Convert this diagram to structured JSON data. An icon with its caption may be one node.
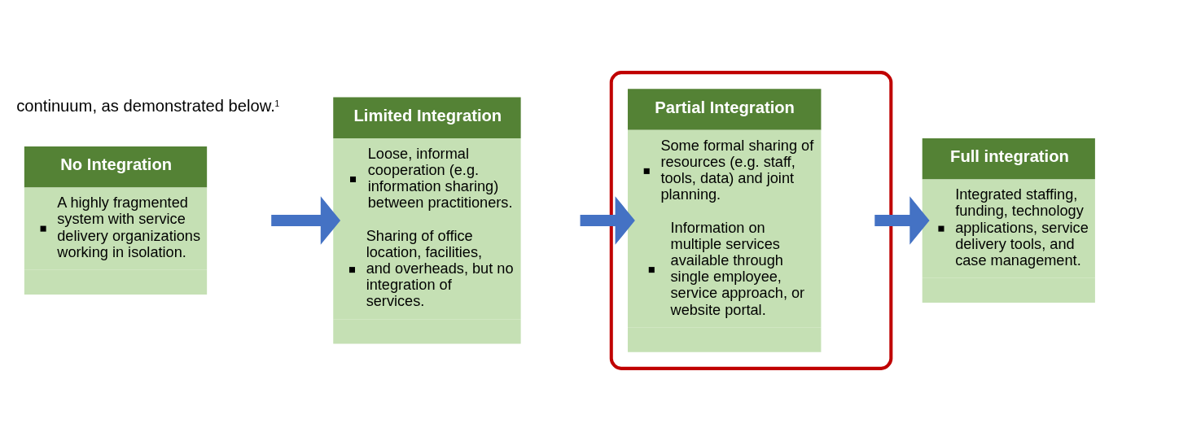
{
  "diagram": {
    "nodes": [
      {
        "text": [
          "No Integration",
          "A highly fragmented system with service delivery organizations working in isolation."
        ]
      },
      {
        "text": [
          "Limited Integration",
          "Loose, informal cooperation (e.g. information sharing) between practitioners.",
          "Sharing of office location, facilities, and overheads, but no integration of services."
        ]
      },
      {
        "text": [],
        "shape": "ellipse"
      },
      {
        "text": [
          "Partial Integration",
          "Some formal sharing of resources (e.g. staff, tools, data) and joint planning.",
          "Information on multiple services available through single employee, service approach, or website portal."
        ],
        "in": 2
      },
      {
        "text": [
          "Full integration",
          "Integrated staffing, funding, technology applications, service delivery tools, and case management."
        ]
      }
    ],
    "edges": [
      {
        "from": 0,
        "to": 1,
        "arrow": "to"
      },
      {
        "from": 1,
        "to": 3,
        "arrow": "to"
      },
      {
        "from": 3,
        "to": 4,
        "arrow": "to"
      }
    ],
    "labels": [
      "continuum, as demonstrated below.$^{1}$"
    ]
  }
}
